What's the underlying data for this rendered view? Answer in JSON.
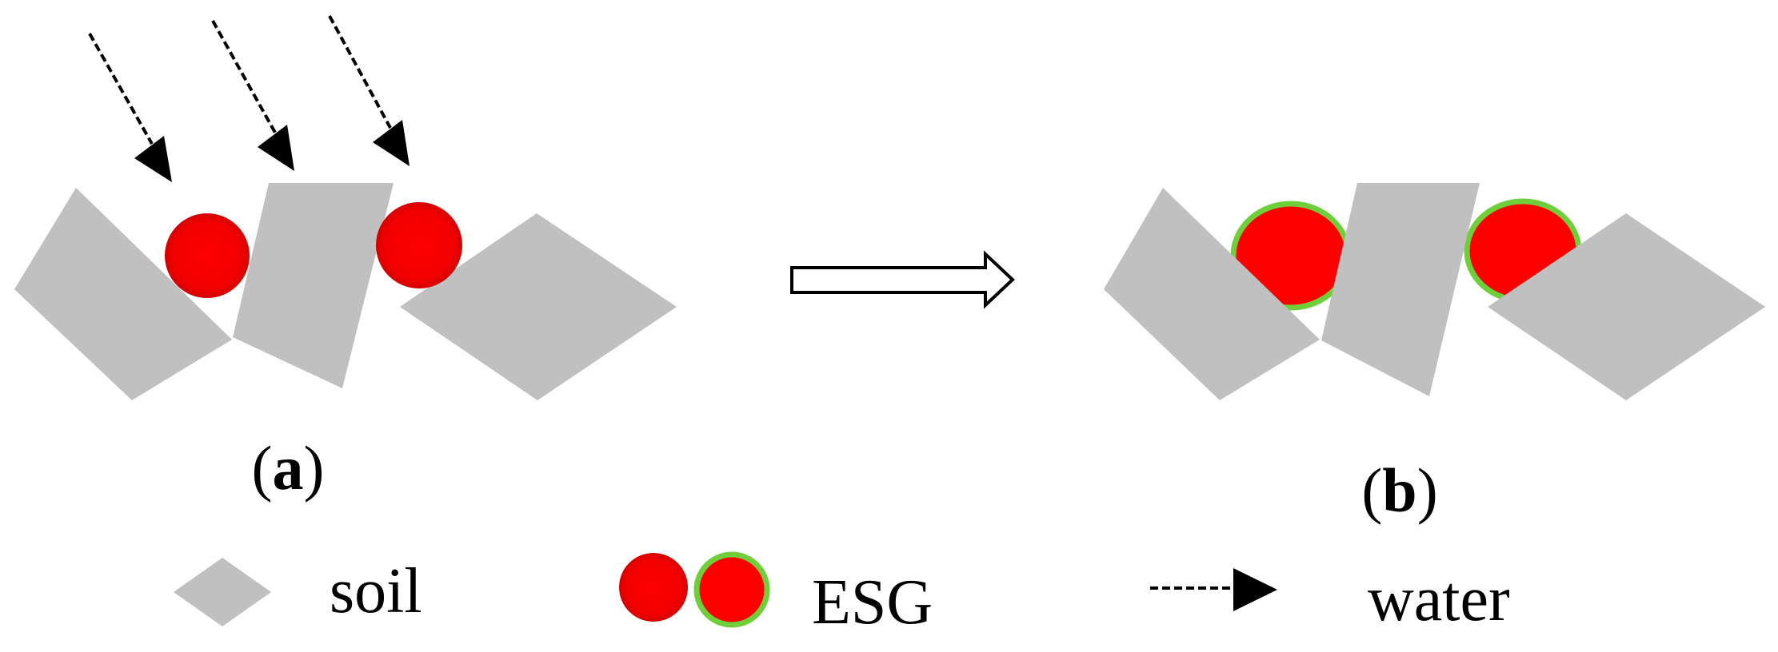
{
  "panels": {
    "a": {
      "open": "(",
      "letter": "a",
      "close": ")"
    },
    "b": {
      "open": "(",
      "letter": "b",
      "close": ")"
    }
  },
  "legend": {
    "soil": "soil",
    "esg": "ESG",
    "water": "water"
  },
  "colors": {
    "soil": "#c0c0c0",
    "esg": "#ff0000",
    "coating": "#6fcf3a",
    "arrow": "#000000"
  }
}
